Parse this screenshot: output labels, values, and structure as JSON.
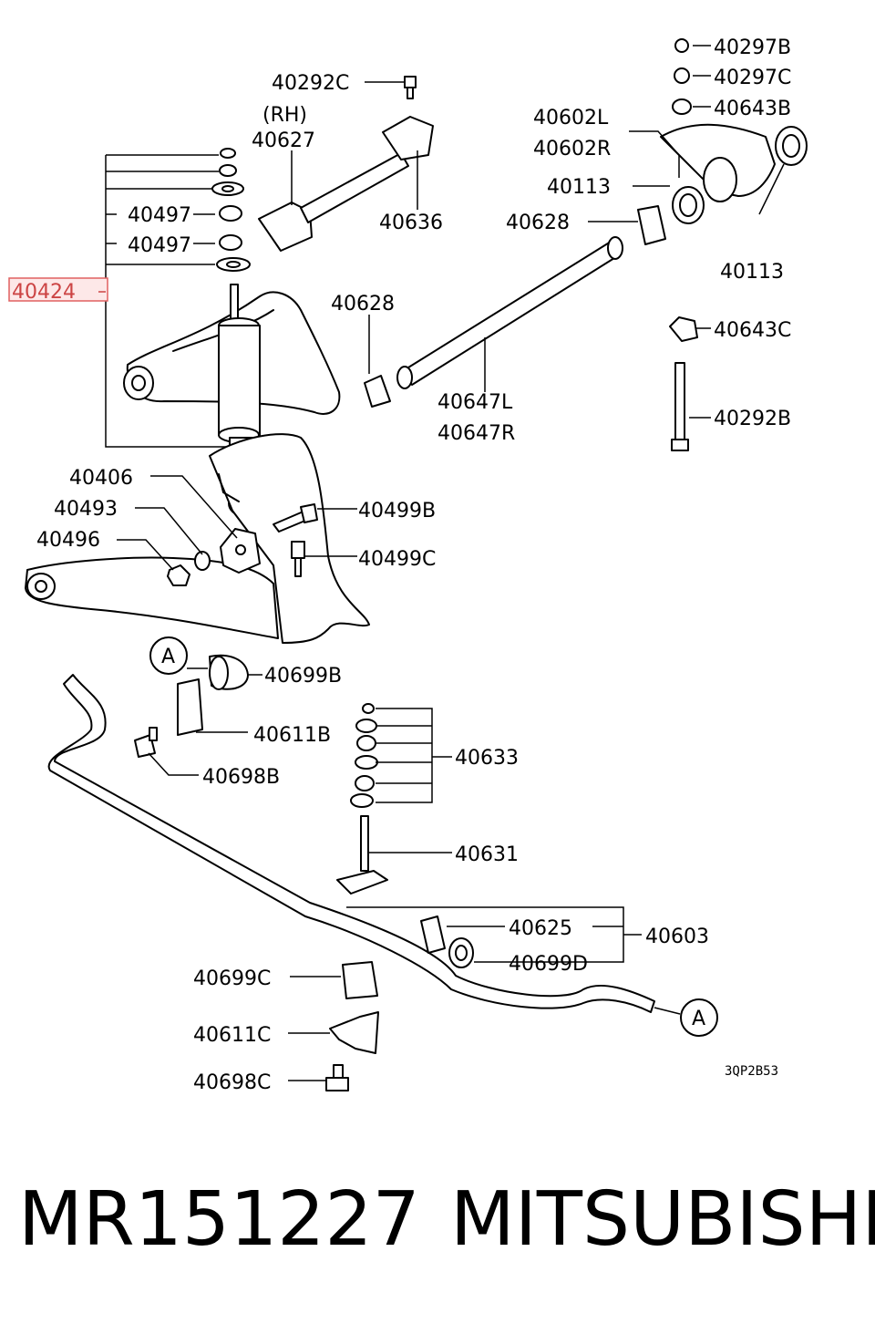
{
  "labels": {
    "l40292C": "40292C",
    "rh": "(RH)",
    "l40627": "40627",
    "l40636": "40636",
    "l40297B": "40297B",
    "l40297C": "40297C",
    "l40643B": "40643B",
    "l40602L": "40602L",
    "l40602R": "40602R",
    "l40113a": "40113",
    "l40628a": "40628",
    "l40113b": "40113",
    "l40497a": "40497",
    "l40497b": "40497",
    "l40424": "40424",
    "l40628b": "40628",
    "l40643C": "40643C",
    "l40647L": "40647L",
    "l40647R": "40647R",
    "l40292B": "40292B",
    "l40406": "40406",
    "l40493": "40493",
    "l40496": "40496",
    "l40499B": "40499B",
    "l40499C": "40499C",
    "l40699B": "40699B",
    "l40611B": "40611B",
    "l40698B": "40698B",
    "l40633": "40633",
    "l40631": "40631",
    "l40625": "40625",
    "l40603": "40603",
    "l40699D": "40699D",
    "l40699C": "40699C",
    "l40611C": "40611C",
    "l40698C": "40698C",
    "circleA1": "A",
    "circleA2": "A",
    "diagram_code": "3QP2B53"
  },
  "footer": {
    "part_number": "MR151227",
    "brand": "MITSUBISHI"
  },
  "colors": {
    "highlight": "#e06060",
    "highlight_fill": "#fde8e8",
    "ink": "#000000"
  }
}
